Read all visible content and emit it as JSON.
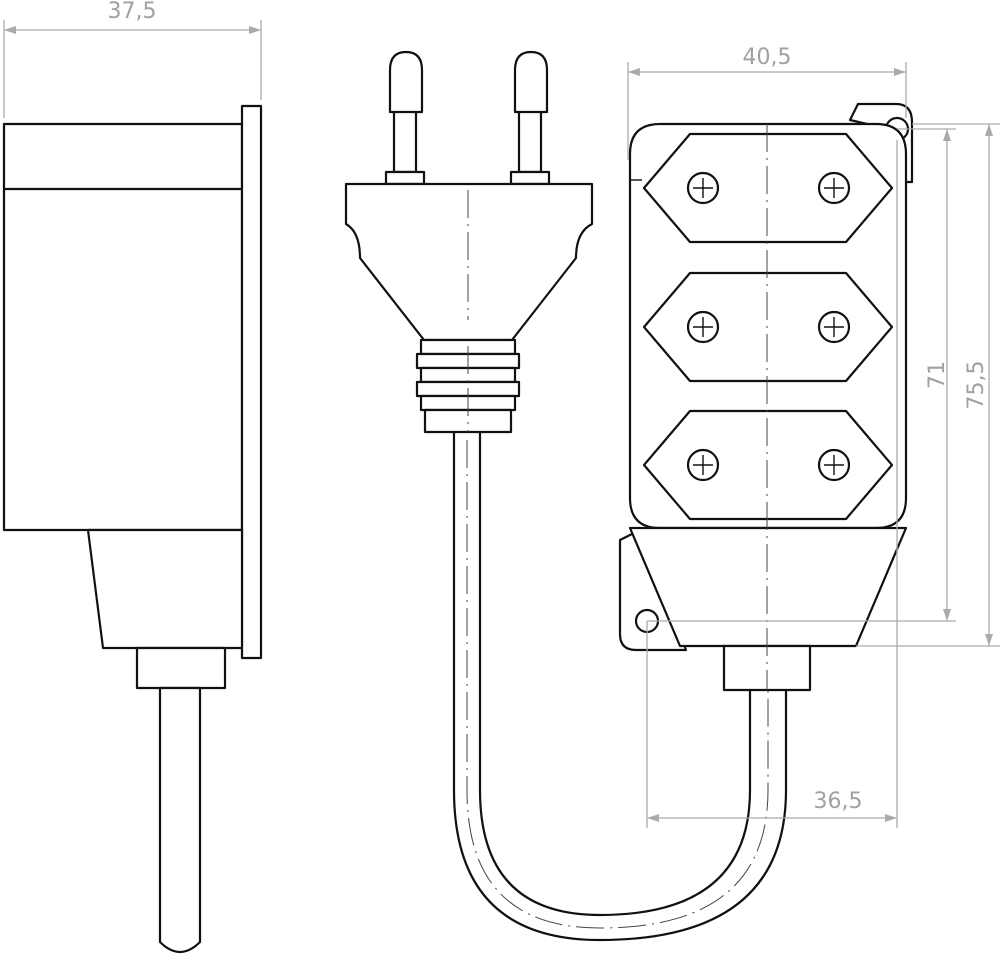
{
  "dimensions": {
    "side_depth": "37,5",
    "strip_width": "40,5",
    "hole_spacing": "36,5",
    "inner_height": "71",
    "outer_height": "75,5"
  },
  "colors": {
    "line": "#111111",
    "dimension": "#a0a0a0"
  },
  "icons": [
    "socket-screw-icon"
  ]
}
